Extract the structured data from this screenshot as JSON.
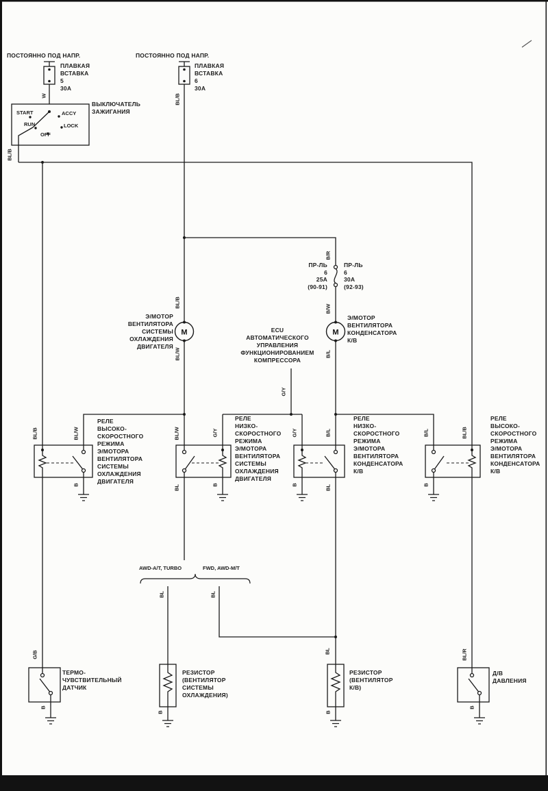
{
  "power": {
    "feed1": "ПОСТОЯННО ПОД НАПР.",
    "feed2": "ПОСТОЯННО ПОД НАПР.",
    "fusible_link_5": "ПЛАВКАЯ\nВСТАВКА\n5\n30A",
    "fusible_link_6": "ПЛАВКАЯ\nВСТАВКА\n6\n30A"
  },
  "ignition": {
    "label": "ВЫКЛЮЧАТЕЛЬ\nЗАЖИГАНИЯ",
    "positions": {
      "start": "START",
      "run": "RUN",
      "off": "OFF",
      "lock": "LOCK",
      "accy": "ACCY"
    }
  },
  "fuses": {
    "early": "ПР-ЛЬ\n6\n25A\n(90-91)",
    "late": "ПР-ЛЬ\n6\n30A\n(92-93)"
  },
  "motors": {
    "symbol": "M",
    "engine_fan": "Э/МОТОР\nВЕНТИЛЯТОРА\nСИСТЕМЫ\nОХЛАЖДЕНИЯ\nДВИГАТЕЛЯ",
    "condenser_fan": "Э/МОТОР\nВЕНТИЛЯТОРА\nКОНДЕНСАТОРА\nК/В"
  },
  "ecu": {
    "label": "ECU\nАВТОМАТИЧЕСКОГО\nУПРАВЛЕНИЯ\nФУНКЦИОНИРОВАНИЕМ\nКОМПРЕССОРА"
  },
  "relays": {
    "engine_fan_high": "РЕЛЕ\nВЫСОКО-\nСКОРОСТНОГО\nРЕЖИМА\nЭ/МОТОРА\nВЕНТИЛЯТОРА\nСИСТЕМЫ\nОХЛАЖДЕНИЯ\nДВИГАТЕЛЯ",
    "engine_fan_low": "РЕЛЕ\nНИЗКО-\nСКОРОСТНОГО\nРЕЖИМА\nЭ/МОТОРА\nВЕНТИЛЯТОРА\nСИСТЕМЫ\nОХЛАЖДЕНИЯ\nДВИГАТЕЛЯ",
    "condenser_fan_low": "РЕЛЕ\nНИЗКО-\nСКОРОСТНОГО\nРЕЖИМА\nЭ/МОТОРА\nВЕНТИЛЯТОРА\nКОНДЕНСАТОРА\nК/В",
    "condenser_fan_high": "РЕЛЕ\nВЫСОКО-\nСКОРОСТНОГО\nРЕЖИМА\nЭ/МОТОРА\nВЕНТИЛЯТОРА\nКОНДЕНСАТОРА\nК/В"
  },
  "variants": {
    "awd_turbo": "AWD-A/T, TURBO",
    "fwd_mt": "FWD, AWD-M/T"
  },
  "components": {
    "thermo_sensor": "ТЕРМО-\nЧУВСТВИТЕЛЬНЫЙ\nДАТЧИК",
    "resistor_engine_fan": "РЕЗИСТОР\n(ВЕНТИЛЯТОР\nСИСТЕМЫ\nОХЛАЖДЕНИЯ)",
    "resistor_condenser_fan": "РЕЗИСТОР\n(ВЕНТИЛЯТОР\nК/В)",
    "pressure_switch": "Д/В\nДАВЛЕНИЯ"
  },
  "wires": {
    "w": "W",
    "ignition_out": "BL/B",
    "feed6": "BL/B",
    "engine_fan_in": "BL/B",
    "engine_fan_out": "BL/W",
    "fuse_in": "B/R",
    "condenser_fan_in": "B/W",
    "condenser_fan_out": "B/L",
    "relay1_coil": "BL/B",
    "relay1_switch": "BL/W",
    "relay2_switch": "BL/W",
    "relay2_coil": "G/Y",
    "ecu_out": "G/Y",
    "relay3_coil": "G/Y",
    "relay3_switch": "B/L",
    "relay4_switch": "B/L",
    "relay4_coil": "BL/B",
    "relay2_out": "BL",
    "relay3_out": "BL",
    "branch_awd": "BL",
    "branch_fwd": "BL",
    "resistor2_in": "BL",
    "thermo_in": "G/B",
    "pressure_in": "BL/R",
    "ground": "B"
  }
}
